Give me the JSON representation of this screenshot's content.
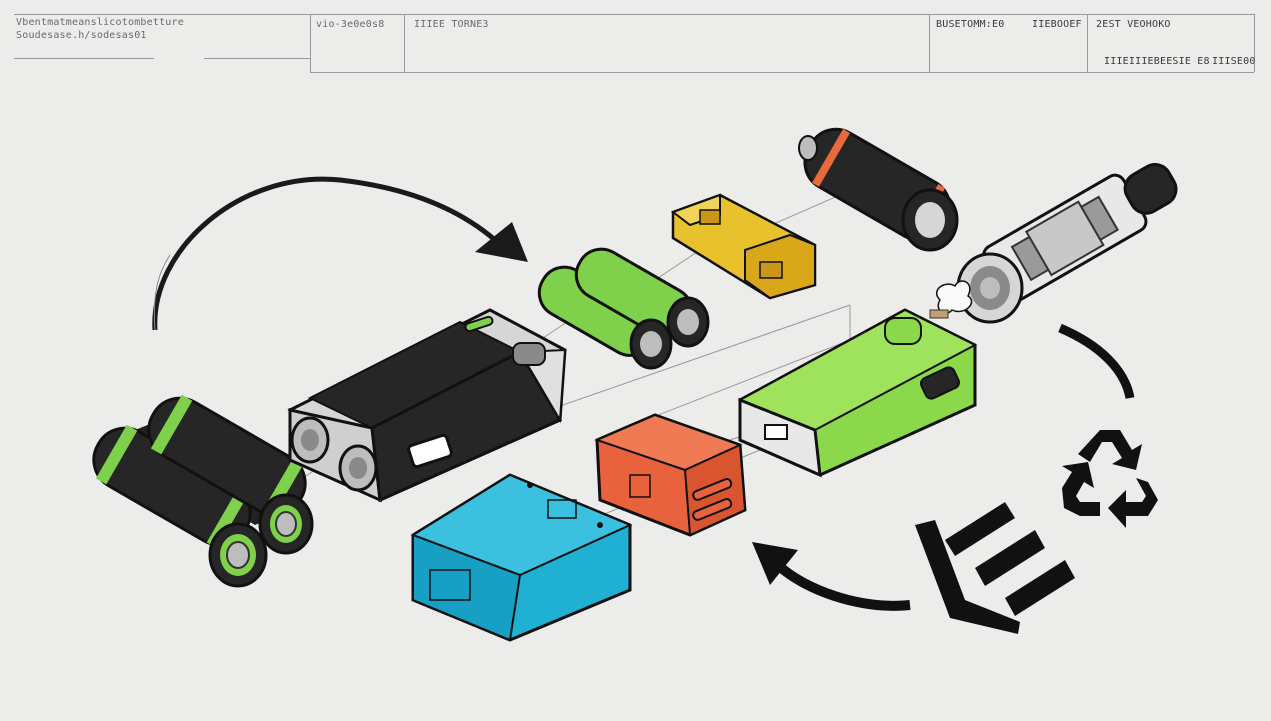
{
  "title_block": {
    "title_line1": "Vbentmatmeanslicotombetture",
    "title_line2": "Soudesase.h/sodesas01",
    "cell_a": "vio-3e0e0s8",
    "cell_b": "IIIEE TORNE3",
    "cell_c": "BUSETOMM:E0",
    "cell_d": "IIEBOOEF",
    "cell_e": "2EST VEOHOKO",
    "cell_f": "IIIEIIIEBEESIE E8",
    "cell_g": "IIISE00"
  },
  "colors": {
    "background": "#ececea",
    "battery_green": "#7fd04a",
    "battery_dark": "#262626",
    "yellow_part": "#e8c22c",
    "orange_part": "#e8623e",
    "blue_part": "#1fb0d4",
    "green_module": "#8bd84a",
    "accent_band": "#e86a3c"
  },
  "icons": [
    "curved-arrow-icon",
    "recycle-icon",
    "disposal-arrow-icon"
  ]
}
